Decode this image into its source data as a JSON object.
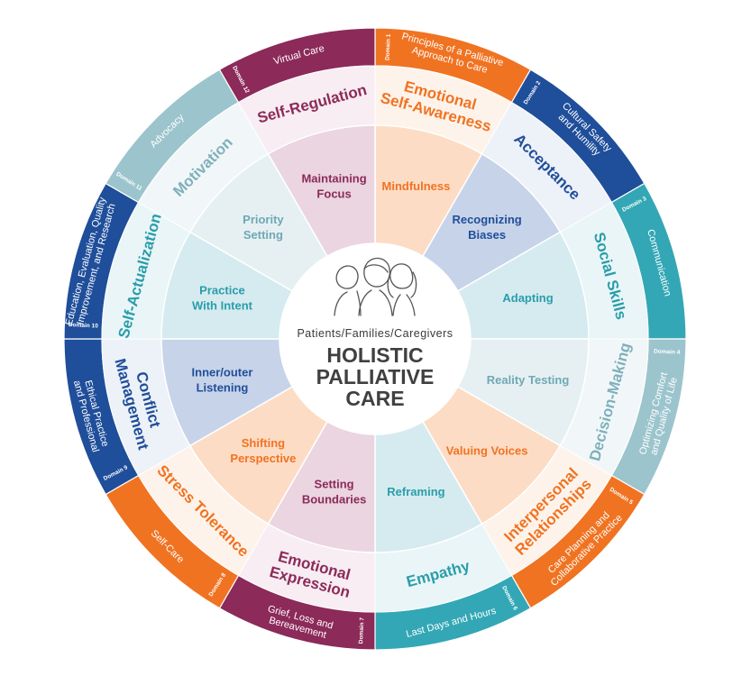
{
  "center": {
    "subtitle": "Patients/Families/Caregivers",
    "title_lines": [
      "HOLISTIC",
      "PALLIATIVE",
      "CARE"
    ]
  },
  "domains": [
    {
      "tag": "Domain 1",
      "lines": [
        "Principles of a Palliative",
        "Approach to Care"
      ],
      "color": "#F07322"
    },
    {
      "tag": "Domain 2",
      "lines": [
        "Cultural Safety",
        "and Humility"
      ],
      "color": "#1F4E9A"
    },
    {
      "tag": "Domain 3",
      "lines": [
        "Communication"
      ],
      "color": "#33A7B5"
    },
    {
      "tag": "Domain 4",
      "lines": [
        "Optimizing Comfort",
        "and Quality of Life"
      ],
      "color": "#9CC4CD"
    },
    {
      "tag": "Domain 5",
      "lines": [
        "Care Planning and",
        "Collaborative Practice"
      ],
      "color": "#F07322"
    },
    {
      "tag": "Domain 6",
      "lines": [
        "Last Days and Hours"
      ],
      "color": "#33A7B5"
    },
    {
      "tag": "Domain 7",
      "lines": [
        "Grief, Loss and",
        "Bereavement"
      ],
      "color": "#8C2A5A"
    },
    {
      "tag": "Domain 8",
      "lines": [
        "Self-Care"
      ],
      "color": "#F07322"
    },
    {
      "tag": "Domain 9",
      "lines": [
        "Ethical Practice",
        "and Professional"
      ],
      "color": "#1F4E9A"
    },
    {
      "tag": "Domain 10",
      "lines": [
        "Education, Evaluation, Quality",
        "Improvement, and Research"
      ],
      "color": "#1F4E9A"
    },
    {
      "tag": "Domain 11",
      "lines": [
        "Advocacy"
      ],
      "color": "#9CC4CD"
    },
    {
      "tag": "Domain 12",
      "lines": [
        "Virtual Care"
      ],
      "color": "#8C2A5A"
    }
  ],
  "competencies": [
    {
      "lines": [
        "Emotional",
        "Self-Awareness"
      ],
      "color": "#F07322",
      "bg": "#FEF3EA"
    },
    {
      "lines": [
        "Acceptance"
      ],
      "color": "#1F4E9A",
      "bg": "#EDF1F8"
    },
    {
      "lines": [
        "Social Skills"
      ],
      "color": "#2A9DAA",
      "bg": "#E9F5F7"
    },
    {
      "lines": [
        "Decision-Making"
      ],
      "color": "#7FB0BB",
      "bg": "#F1F7F8"
    },
    {
      "lines": [
        "Interpersonal",
        "Relationships"
      ],
      "color": "#F07322",
      "bg": "#FEF3EA"
    },
    {
      "lines": [
        "Empathy"
      ],
      "color": "#2A9DAA",
      "bg": "#E9F5F7"
    },
    {
      "lines": [
        "Emotional",
        "Expression"
      ],
      "color": "#8C2A5A",
      "bg": "#F7EDF2"
    },
    {
      "lines": [
        "Stress Tolerance"
      ],
      "color": "#F07322",
      "bg": "#FEF3EA"
    },
    {
      "lines": [
        "Conflict",
        "Management"
      ],
      "color": "#1F4E9A",
      "bg": "#EDF1F8"
    },
    {
      "lines": [
        "Self-Actualization"
      ],
      "color": "#2A9DAA",
      "bg": "#E9F5F7"
    },
    {
      "lines": [
        "Motivation"
      ],
      "color": "#7FB0BB",
      "bg": "#F1F7F8"
    },
    {
      "lines": [
        "Self-Regulation"
      ],
      "color": "#8C2A5A",
      "bg": "#F7EDF2"
    }
  ],
  "skills": [
    {
      "lines": [
        "Mindfulness"
      ],
      "color": "#F07322",
      "bg": "#FDDCC5"
    },
    {
      "lines": [
        "Recognizing",
        "Biases"
      ],
      "color": "#1F4E9A",
      "bg": "#C7D3E9"
    },
    {
      "lines": [
        "Adapting"
      ],
      "color": "#2A9DAA",
      "bg": "#D5EBEF"
    },
    {
      "lines": [
        "Reality Testing"
      ],
      "color": "#6FA8B5",
      "bg": "#E6F0F2"
    },
    {
      "lines": [
        "Valuing Voices"
      ],
      "color": "#F07322",
      "bg": "#FDDCC5"
    },
    {
      "lines": [
        "Reframing"
      ],
      "color": "#2A9DAA",
      "bg": "#D5EBEF"
    },
    {
      "lines": [
        "Setting",
        "Boundaries"
      ],
      "color": "#8C2A5A",
      "bg": "#EAD5E0"
    },
    {
      "lines": [
        "Shifting",
        "Perspective"
      ],
      "color": "#F07322",
      "bg": "#FDDCC5"
    },
    {
      "lines": [
        "Inner/outer",
        "Listening"
      ],
      "color": "#1F4E9A",
      "bg": "#C7D3E9"
    },
    {
      "lines": [
        "Practice",
        "With Intent"
      ],
      "color": "#2A9DAA",
      "bg": "#D5EBEF"
    },
    {
      "lines": [
        "Priority",
        "Setting"
      ],
      "color": "#6FA8B5",
      "bg": "#E6F0F2"
    },
    {
      "lines": [
        "Maintaining",
        "Focus"
      ],
      "color": "#8C2A5A",
      "bg": "#EAD5E0"
    }
  ]
}
